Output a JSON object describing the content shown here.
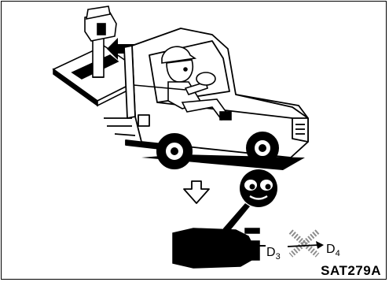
{
  "figure": {
    "caption": "SAT279A",
    "gear_from": "D",
    "gear_from_sub": "3",
    "gear_to": "D",
    "gear_to_sub": "4",
    "ink_color": "#000000",
    "paper_color": "#ffffff"
  },
  "icons": [
    "shift-lever-icon",
    "pointing-arrow-icon",
    "car-icon",
    "driver-icon",
    "down-arrow-icon",
    "smiley-face-icon",
    "transmission-icon",
    "cross-out-icon"
  ]
}
